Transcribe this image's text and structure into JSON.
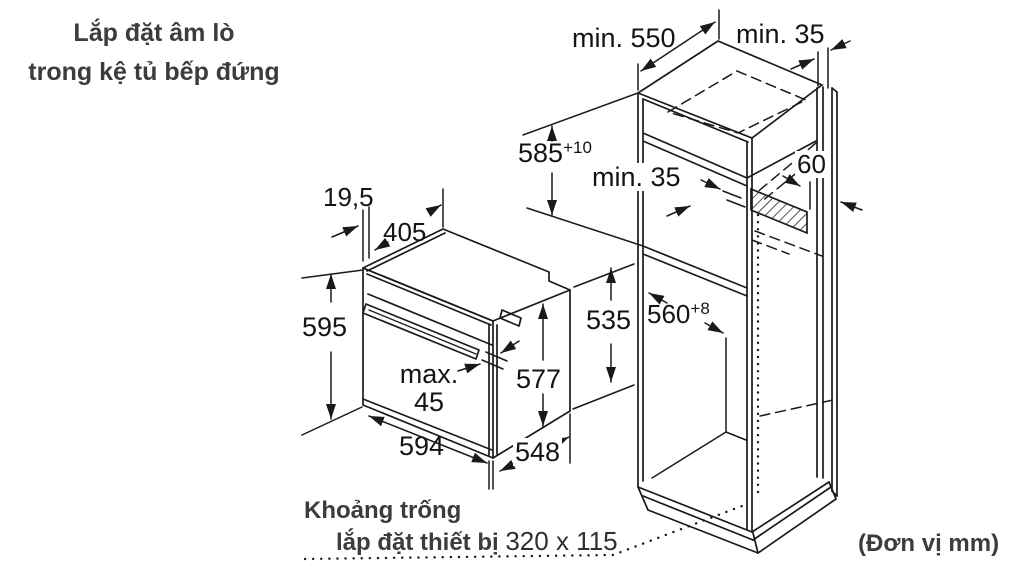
{
  "diagram": {
    "title_line1": "Lắp đặt âm lò",
    "title_line2": "trong kệ tủ bếp đứng",
    "unit_note": "(Đơn vị mm)",
    "clearance": {
      "label_line1": "Khoảng trống",
      "label_line2": "lắp đặt thiết bị",
      "value": "320 x 115"
    },
    "dimensions": {
      "cabinet_depth": "min. 550",
      "wall_gap_top": "min. 35",
      "niche_height": "585",
      "niche_height_tolerance": "+10",
      "shelf_back_gap": "min. 35",
      "vent_cutout_height": "60",
      "niche_depth": "560",
      "niche_depth_tolerance": "+8",
      "oven_frame_offset": "19,5",
      "oven_top_depth": "405",
      "oven_front_height": "595",
      "door_thickness_word": "max.",
      "door_thickness_value": "45",
      "oven_body_height": "577",
      "oven_back_height": "535",
      "oven_width": "594",
      "oven_body_depth": "548"
    },
    "colors": {
      "line": "#1a1a1a",
      "label_text": "#3c3c3e",
      "dimension_text": "#141414",
      "background": "#ffffff"
    }
  }
}
